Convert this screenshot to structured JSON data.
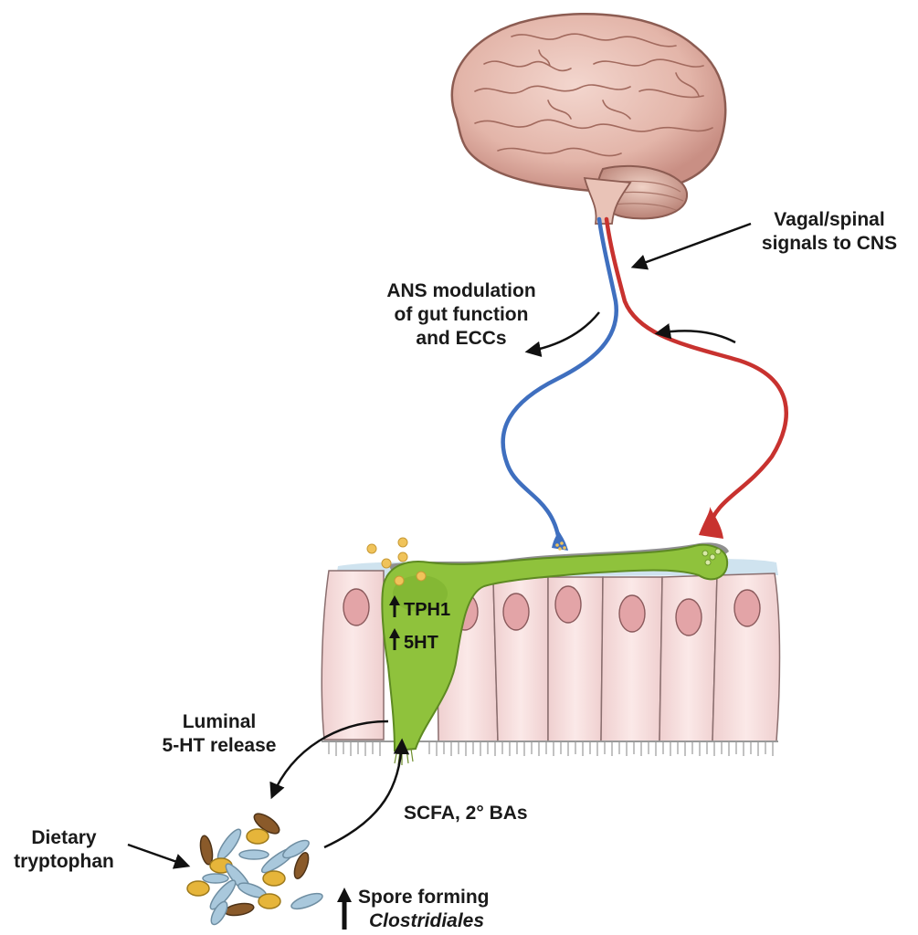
{
  "labels": {
    "vagal": [
      "Vagal/spinal",
      "signals to CNS"
    ],
    "ans": [
      "ANS modulation",
      "of gut function",
      "and ECCs"
    ],
    "luminal": [
      "Luminal",
      "5-HT release"
    ],
    "scfa": "SCFA, 2° BAs",
    "dietary": [
      "Dietary",
      "tryptophan"
    ],
    "spore": [
      "Spore forming",
      "Clostridiales"
    ],
    "tph1": "TPH1",
    "ht": "5HT"
  },
  "colors": {
    "afferent_nerve": "#c8322f",
    "efferent_nerve": "#3f6fbf",
    "enterochromaffin_cell": "#8fc23c",
    "epithelial_cell": "#f6dedd",
    "serotonin_granule": "#f0c35a",
    "bacteria_blue": "#a9c8dc",
    "bacteria_brown": "#8a5a2a",
    "bacteria_yellow": "#e6b53a"
  }
}
